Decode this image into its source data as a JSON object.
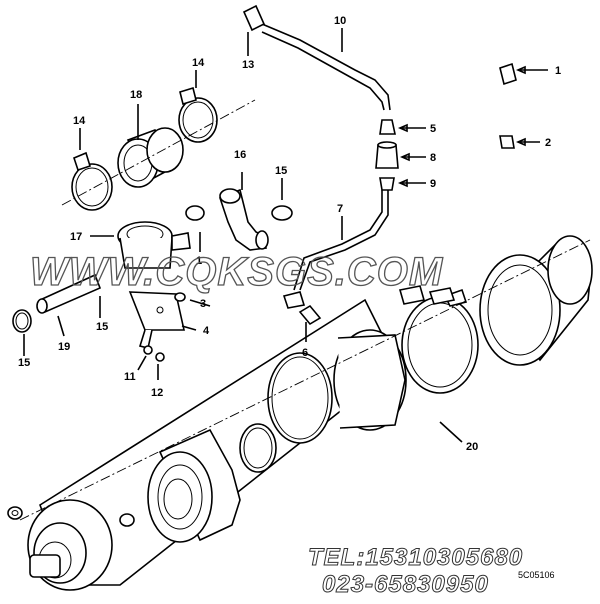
{
  "labels": {
    "l1": "1",
    "l2": "2",
    "l3": "3",
    "l4": "4",
    "l5": "5",
    "l6": "6",
    "l7": "7",
    "l8": "8",
    "l9": "9",
    "l10": "10",
    "l11": "11",
    "l12": "12",
    "l13": "13",
    "l14a": "14",
    "l14b": "14",
    "l15a": "15",
    "l15b": "15",
    "l15c": "15",
    "l16": "16",
    "l17": "17",
    "l18": "18",
    "l19": "19",
    "l20": "20",
    "l1b": "1"
  },
  "watermark": "WWW.CQKSGS.COM",
  "contact": {
    "tel": "TEL:15310305680",
    "phone": "023-65830950"
  },
  "drawing_code": "5C05106"
}
